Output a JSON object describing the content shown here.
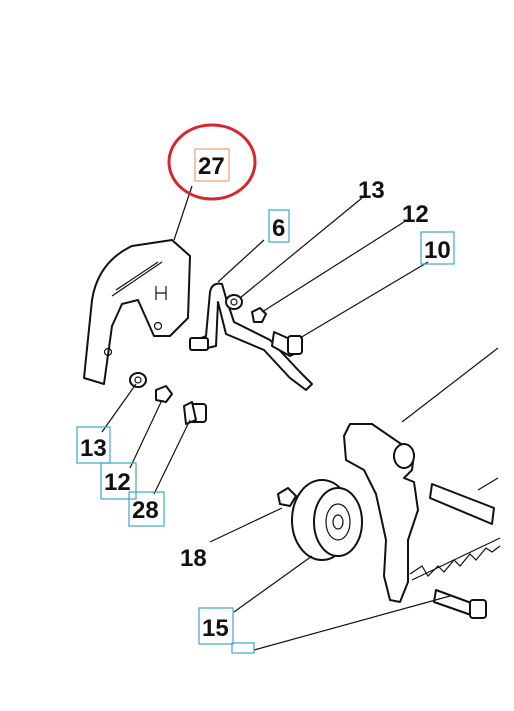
{
  "colors": {
    "ink": "#111111",
    "label_box": "#3aa9c9",
    "highlight_box": "#f0a070",
    "highlight_circle": "#d9262c"
  },
  "callouts": [
    {
      "id": "27",
      "text": "27",
      "boxed": true,
      "highlighted": true
    },
    {
      "id": "13a",
      "text": "13",
      "boxed": false
    },
    {
      "id": "12a",
      "text": "12",
      "boxed": false
    },
    {
      "id": "6",
      "text": "6",
      "boxed": true
    },
    {
      "id": "10",
      "text": "10",
      "boxed": true
    },
    {
      "id": "13b",
      "text": "13",
      "boxed": true
    },
    {
      "id": "12b",
      "text": "12",
      "boxed": true
    },
    {
      "id": "28",
      "text": "28",
      "boxed": true
    },
    {
      "id": "18",
      "text": "18",
      "boxed": false
    },
    {
      "id": "15",
      "text": "15",
      "boxed": true
    }
  ]
}
